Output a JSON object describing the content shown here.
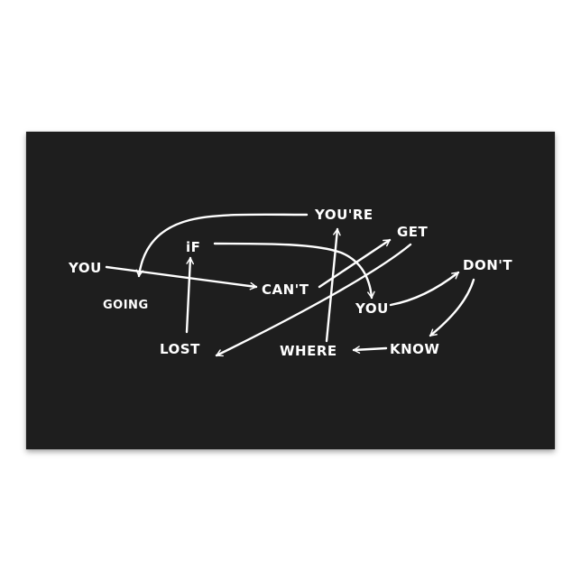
{
  "colors": {
    "background": "#ffffff",
    "sticker": "#1e1e1e",
    "ink": "#ffffff"
  },
  "words": {
    "you_1": "YOU",
    "going": "GOING",
    "if": "iF",
    "lost": "LOST",
    "cant": "CAN'T",
    "youre": "YOU'RE",
    "where": "WHERE",
    "get": "GET",
    "you_2": "YOU",
    "dont": "DON'T",
    "know": "KNOW"
  }
}
